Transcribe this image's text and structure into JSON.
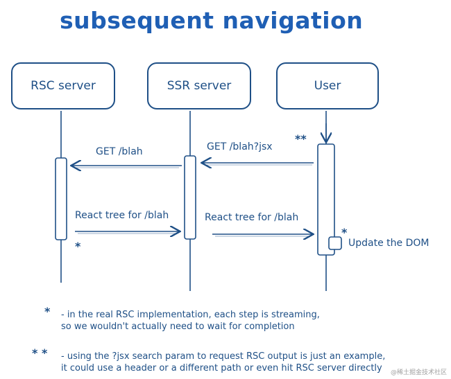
{
  "title": "subsequent navigation",
  "actors": {
    "rsc": "RSC server",
    "ssr": "SSR server",
    "user": "User"
  },
  "messages": {
    "user_to_ssr": "GET /blah?jsx",
    "ssr_to_rsc": "GET /blah",
    "rsc_to_ssr": "React tree for /blah",
    "ssr_to_user": "React tree for /blah",
    "user_self": "Update the DOM"
  },
  "markers": {
    "single": "*",
    "double": "**"
  },
  "footnotes": {
    "one_marker": "*",
    "one_line1": "- in the real RSC implementation, each step is streaming,",
    "one_line2": "so we wouldn't actually need to wait for completion",
    "two_marker": "* *",
    "two_line1": "- using the ?jsx search param to request RSC output is just an example,",
    "two_line2": "it could use a header or a different path or even hit RSC server directly"
  },
  "watermark": "@稀土掘金技术社区",
  "colors": {
    "ink": "#1e4f86",
    "title": "#1f5fb4"
  }
}
